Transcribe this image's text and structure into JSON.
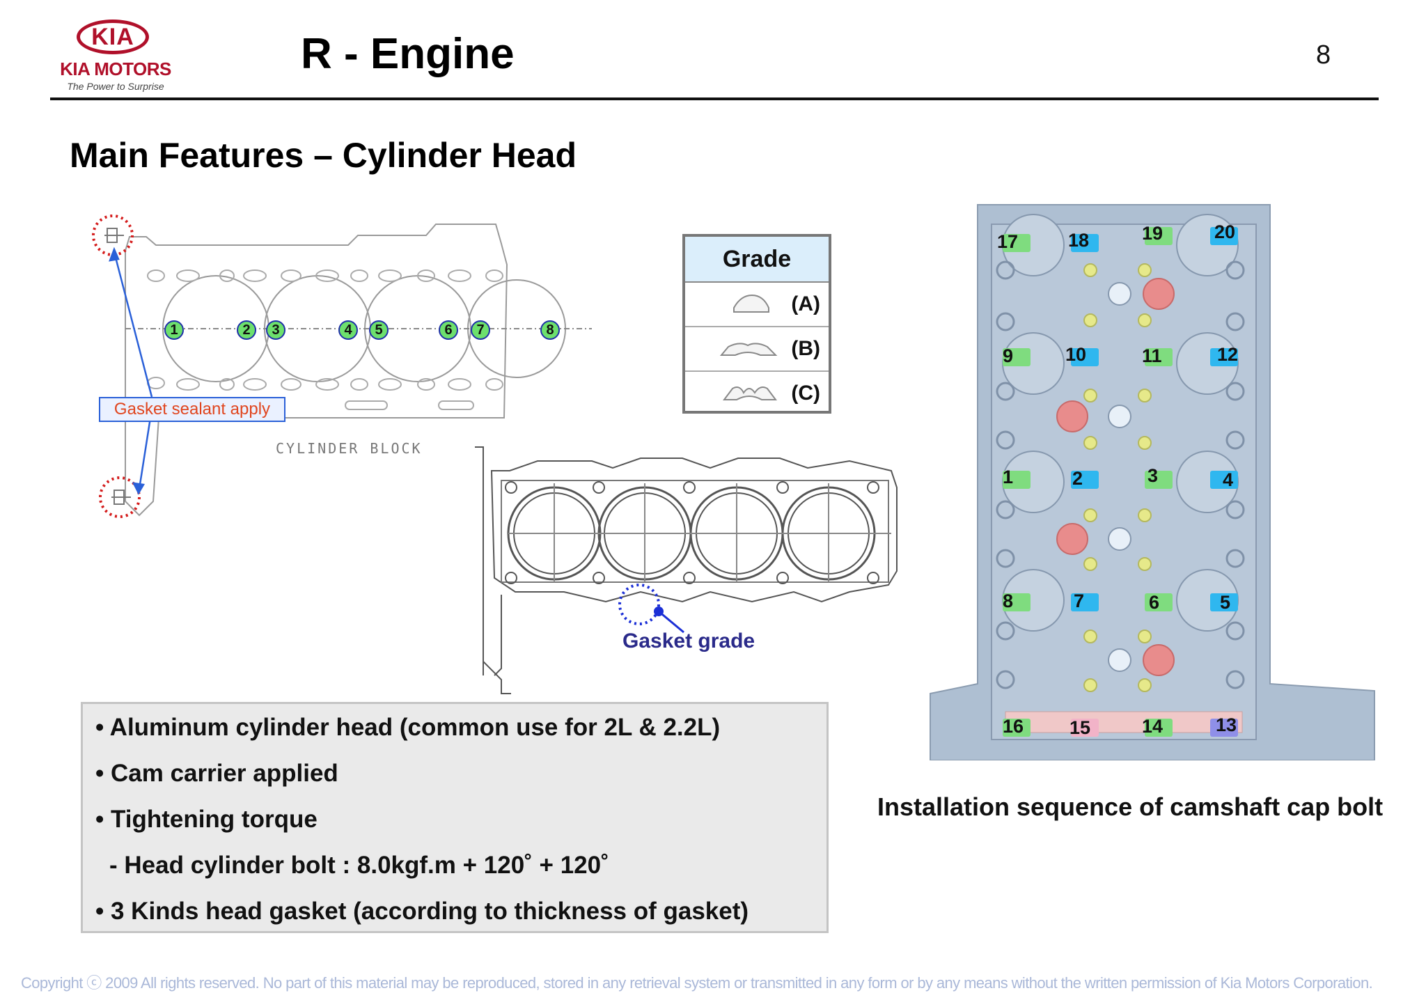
{
  "header": {
    "brand": "KIA",
    "brand_name": "KIA MOTORS",
    "tagline": "The Power to Surprise",
    "title": "R - Engine",
    "page_number": "8"
  },
  "section_title": "Main Features – Cylinder Head",
  "left_figure": {
    "callout": "Gasket sealant apply",
    "block_label": "CYLINDER BLOCK",
    "cylinder_numbers": [
      "1",
      "2",
      "3",
      "4",
      "5",
      "6",
      "7",
      "8"
    ]
  },
  "grade_table": {
    "header": "Grade",
    "rows": [
      "(A)",
      "(B)",
      "(C)"
    ]
  },
  "middle_figure": {
    "callout": "Gasket grade"
  },
  "features": [
    "• Aluminum cylinder head (common use for 2L & 2.2L)",
    "• Cam carrier applied",
    "• Tightening torque",
    "- Head cylinder bolt : 8.0kgf.m + 120˚ + 120˚",
    "• 3 Kinds head gasket (according to thickness of gasket)"
  ],
  "right_figure": {
    "bolt_numbers": [
      "17",
      "18",
      "19",
      "20",
      "9",
      "10",
      "11",
      "12",
      "1",
      "2",
      "3",
      "4",
      "8",
      "7",
      "6",
      "5",
      "16",
      "15",
      "14",
      "13"
    ],
    "caption": "Installation sequence of camshaft cap bolt"
  },
  "copyright": "Copyright ⓒ 2009 All rights reserved. No part of this material may be reproduced, stored in any retrieval system or transmitted in any form or by any means without the written permission of Kia Motors Corporation.",
  "colors": {
    "brand_red": "#b0102a",
    "callout_blue": "#2a60d8",
    "sealant_red": "#e0451e",
    "grade_header_bg": "#dbeefb",
    "bolt_green": "#7fdc7f",
    "bolt_blue": "#2fb7ef",
    "head_gray": "#aebfd2"
  }
}
